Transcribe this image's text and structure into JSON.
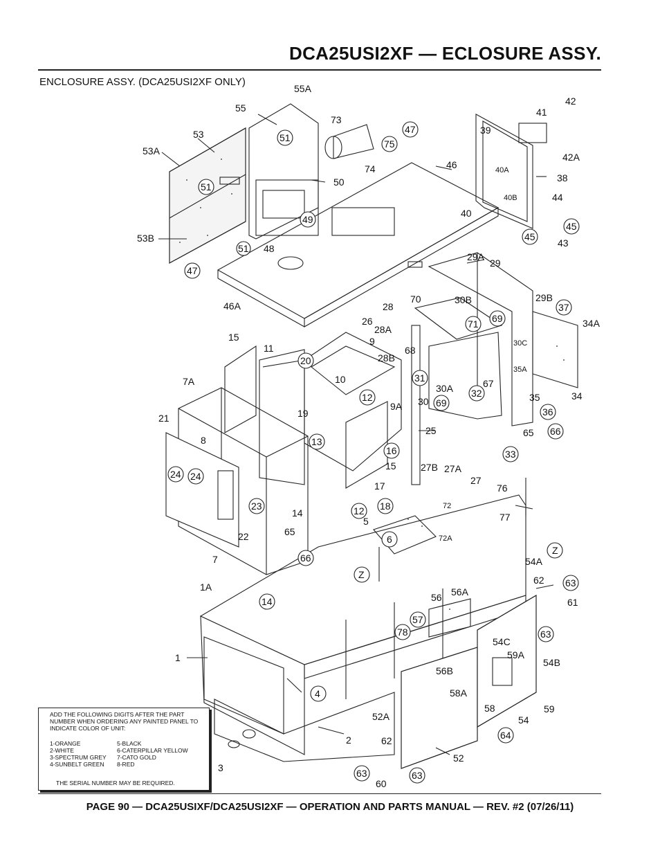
{
  "header": {
    "title": "DCA25USI2XF — ECLOSURE ASSY."
  },
  "subtitle": "ENCLOSURE ASSY. (DCA25USI2XF ONLY)",
  "callouts": {
    "c55A": "55A",
    "c55": "55",
    "c53": "53",
    "c51a": "51",
    "c53A": "53A",
    "c51b": "51",
    "c50": "50",
    "c73": "73",
    "c75": "75",
    "c74": "74",
    "c47a": "47",
    "c46": "46",
    "c49": "49",
    "c48": "48",
    "c51c": "51",
    "c53B": "53B",
    "c47b": "47",
    "c46A": "46A",
    "c41": "41",
    "c42": "42",
    "c39": "39",
    "c42A": "42A",
    "c40A": "40A",
    "c38": "38",
    "c40B": "40B",
    "c40": "40",
    "c44": "44",
    "c45a": "45",
    "c43": "43",
    "c45b": "45",
    "c29A": "29A",
    "c29": "29",
    "c28": "28",
    "c70": "70",
    "c30B": "30B",
    "c29B": "29B",
    "c37": "37",
    "c34A": "34A",
    "c71": "71",
    "c69a": "69",
    "c28A": "28A",
    "c26": "26",
    "c9": "9",
    "c30C": "30C",
    "c68": "68",
    "c28B": "28B",
    "c35A": "35A",
    "c31": "31",
    "c67": "67",
    "c30A": "30A",
    "c32": "32",
    "c35": "35",
    "c34": "34",
    "c30": "30",
    "c69b": "69",
    "c36": "36",
    "c25": "25",
    "c65a": "65",
    "c66a": "66",
    "c33": "33",
    "c15a": "15",
    "c11": "11",
    "c20": "20",
    "c10": "10",
    "c7A": "7A",
    "c12a": "12",
    "c19": "19",
    "c9A": "9A",
    "c21": "21",
    "c8": "8",
    "c13": "13",
    "c16": "16",
    "c15b": "15",
    "c24a": "24",
    "c24b": "24",
    "c17": "17",
    "c23": "23",
    "c12b": "12",
    "c18": "18",
    "c14a": "14",
    "c22": "22",
    "c65b": "65",
    "c7": "7",
    "c66b": "66",
    "c27B": "27B",
    "c27A": "27A",
    "c27": "27",
    "c76": "76",
    "c72": "72",
    "c77": "77",
    "c5": "5",
    "c6": "6",
    "c72A": "72A",
    "cZa": "Z",
    "cZb": "Z",
    "c54A": "54A",
    "c62a": "62",
    "c63a": "63",
    "c61": "61",
    "c1A": "1A",
    "c14b": "14",
    "c56": "56",
    "c56A": "56A",
    "c57": "57",
    "c78": "78",
    "c63b": "63",
    "c54C": "54C",
    "c1": "1",
    "c59A": "59A",
    "c54B": "54B",
    "c56B": "56B",
    "c4": "4",
    "c58A": "58A",
    "c59": "59",
    "c58": "58",
    "c52A": "52A",
    "c54": "54",
    "c64": "64",
    "c2": "2",
    "c62b": "62",
    "c3": "3",
    "c52": "52",
    "c63c": "63",
    "c60": "60",
    "c63d": "63"
  },
  "note": {
    "text": "ADD THE FOLLOWING DIGITS AFTER THE PART NUMBER WHEN ORDERING ANY PAINTED PANEL TO INDICATE COLOR OF UNIT:",
    "colors_left": [
      "1-ORANGE",
      "2-WHITE",
      "3-SPECTRUM GREY",
      "4-SUNBELT GREEN"
    ],
    "colors_right": [
      "5-BLACK",
      "6-CATERPILLAR YELLOW",
      "7-CATO GOLD",
      "8-RED"
    ],
    "serial": "THE SERIAL NUMBER MAY BE REQUIRED."
  },
  "footer": {
    "text": "PAGE 90 — DCA25USIXF/DCA25USI2XF — OPERATION AND PARTS MANUAL — REV. #2 (07/26/11)"
  }
}
